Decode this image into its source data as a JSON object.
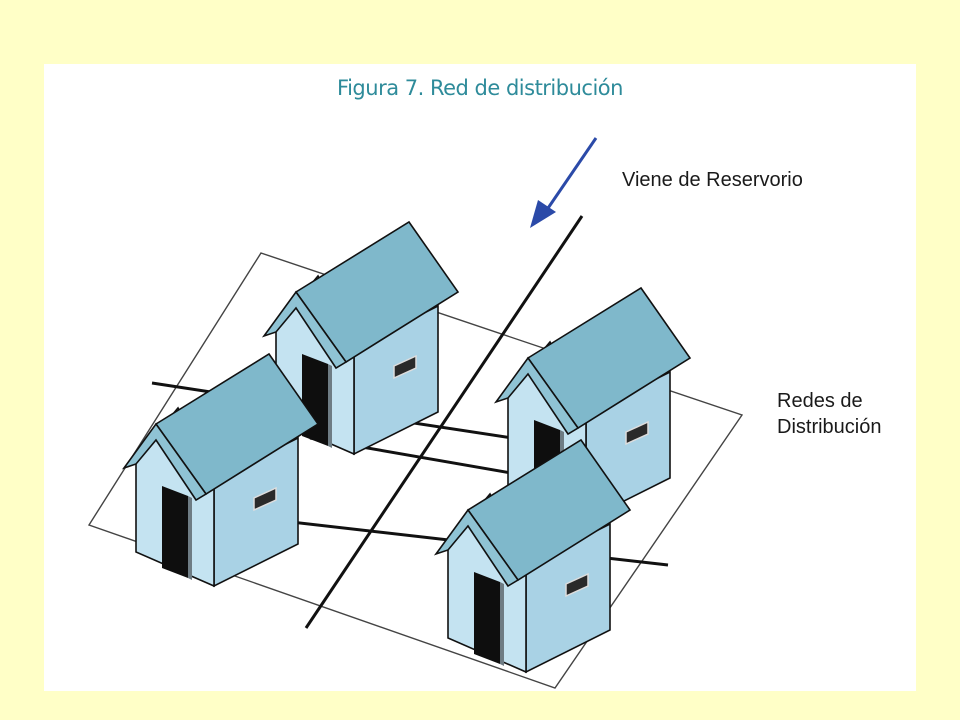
{
  "caption": "Figura 7. Red de distribución",
  "labels": {
    "source": "Viene de Reservorio",
    "networks_line1": "Redes de",
    "networks_line2": "Distribución"
  },
  "colors": {
    "background": "#FFFFC7",
    "panel": "#FFFFFF",
    "caption": "#2E8B9A",
    "roof": "#7FB8CB",
    "wall_front": "#C4E3F1",
    "wall_side": "#A9D2E5",
    "arrow": "#2B4AA8",
    "pipe": "#111111"
  },
  "icons": [
    "flow-arrow-icon",
    "house-icon"
  ]
}
